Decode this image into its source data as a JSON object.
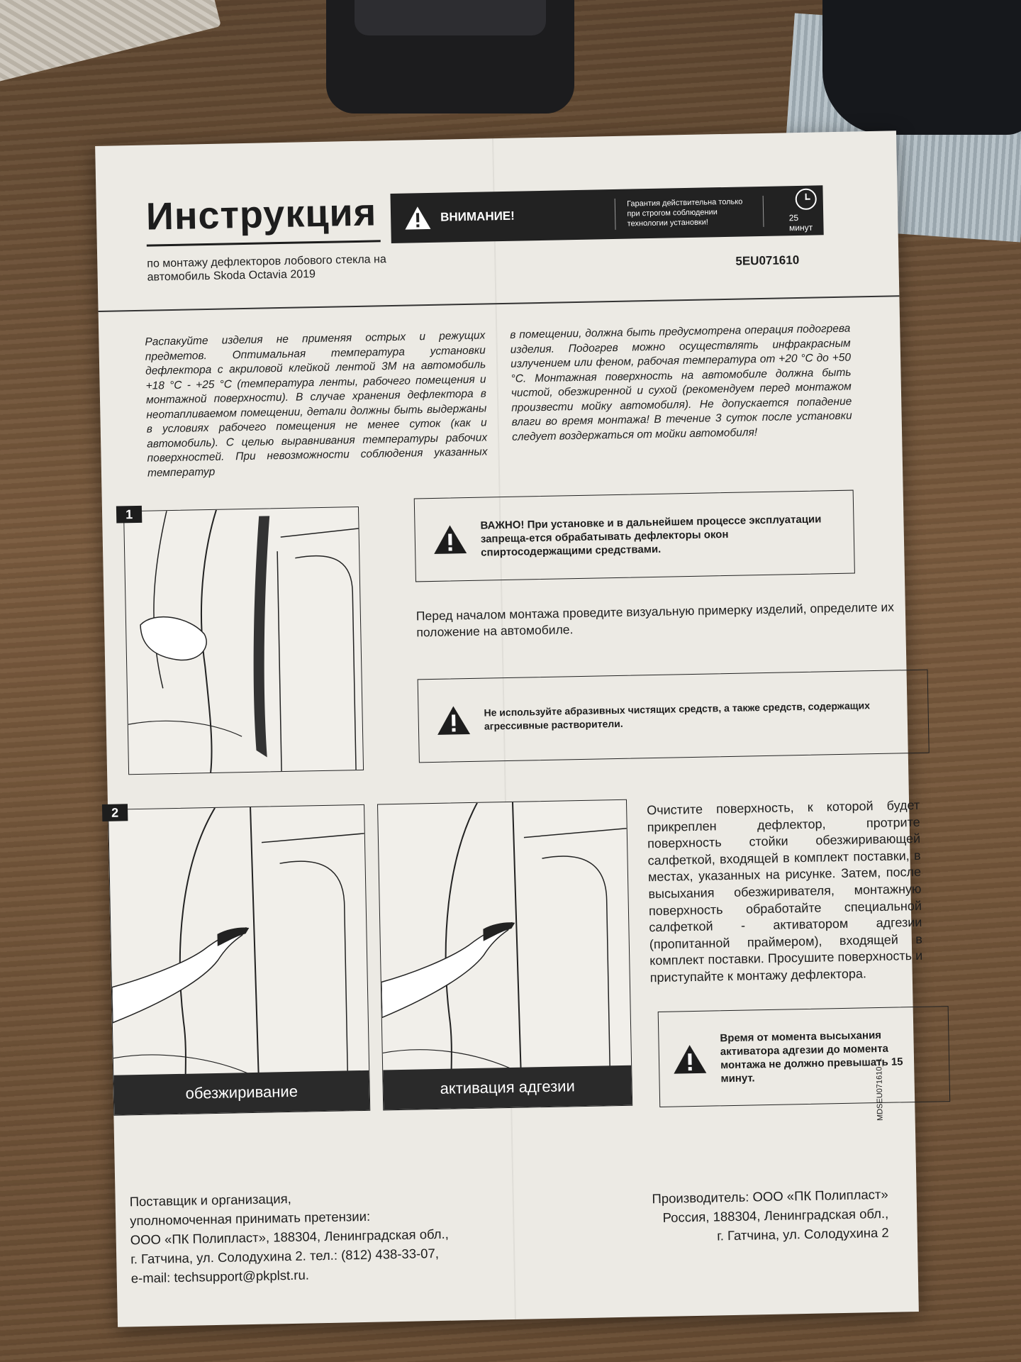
{
  "header": {
    "title": "Инструкция",
    "subtitle": "по монтажу дефлекторов лобового стекла на автомобиль Skoda Octavia 2019",
    "product_code": "5EU071610"
  },
  "banner": {
    "warning_label": "ВНИМАНИЕ!",
    "guarantee_text": "Гарантия действительна только при строгом соблюдении технологии установки!",
    "duration": "25 минут"
  },
  "intro": {
    "left": "Распакуйте изделия не применяя острых и режущих предметов. Оптимальная температура установки дефлектора с акриловой клейкой лентой 3М на автомобиль +18 °С - +25 °С (температура ленты, рабочего помещения и монтажной поверхности). В случае хранения дефлектора в неотапливаемом помещении, детали должны быть выдержаны в условиях рабочего помещения не менее суток (как и автомобиль). С целью выравнивания температуры рабочих поверхностей. При невозможности соблюдения указанных температур",
    "right": "в помещении, должна быть предусмотрена операция подогрева изделия. Подогрев можно осуществлять инфракрасным излучением или феном, рабочая температура от +20 °С до +50 °С. Монтажная поверхность на автомобиле должна быть чистой, обезжиренной и сухой (рекомендуем перед монтажом произвести мойку автомобиля). Не допускается попадение влаги во время монтажа! В течение 3 суток после установки следует воздержаться от мойки автомобиля!"
  },
  "step1": {
    "number": "1",
    "important_label": "ВАЖНО!",
    "important_text": " При установке и в дальнейшем процессе эксплуатации запреща-ется обрабатывать дефлекторы окон спиртосодержащими средствами.",
    "fitting_text": "Перед началом монтажа проведите визуальную примерку изделий, определите их положение на автомобиле.",
    "abrasive_warning": "Не используйте абразивных чистящих средств, а также средств, содержащих агрессивные растворители."
  },
  "step2": {
    "number": "2",
    "caption_degrease": "обезжиривание",
    "caption_activation": "активация адгезии",
    "instructions": "Очистите поверхность, к которой будет прикреплен дефлектор, протрите поверхность стойки обезжиривающей салфеткой, входящей в комплект поставки, в местах, указанных на рисунке. Затем, после высыхания обезжиривателя, монтажную поверхность обработайте специальной салфеткой - активатором адгезии (пропитанной праймером), входящей в комплект поставки. Просушите поверхность и приступайте к монтажу дефлектора.",
    "time_warning": "Время от момента высыхания активатора адгезии до момента монтажа не должно превышать 15 минут."
  },
  "footer": {
    "supplier": [
      "Поставщик и организация,",
      "уполномоченная принимать претензии:",
      "ООО «ПК Полипласт», 188304, Ленинградская обл.,",
      "г. Гатчина, ул. Солодухина 2. тел.: (812) 438-33-07,",
      "e-mail: techsupport@pkplst.ru."
    ],
    "manufacturer": [
      "Производитель: ООО «ПК Полипласт»",
      "Россия, 188304, Ленинградская обл.,",
      "г. Гатчина, ул. Солодухина 2"
    ],
    "doc_code": "MDSEU071610_1"
  }
}
